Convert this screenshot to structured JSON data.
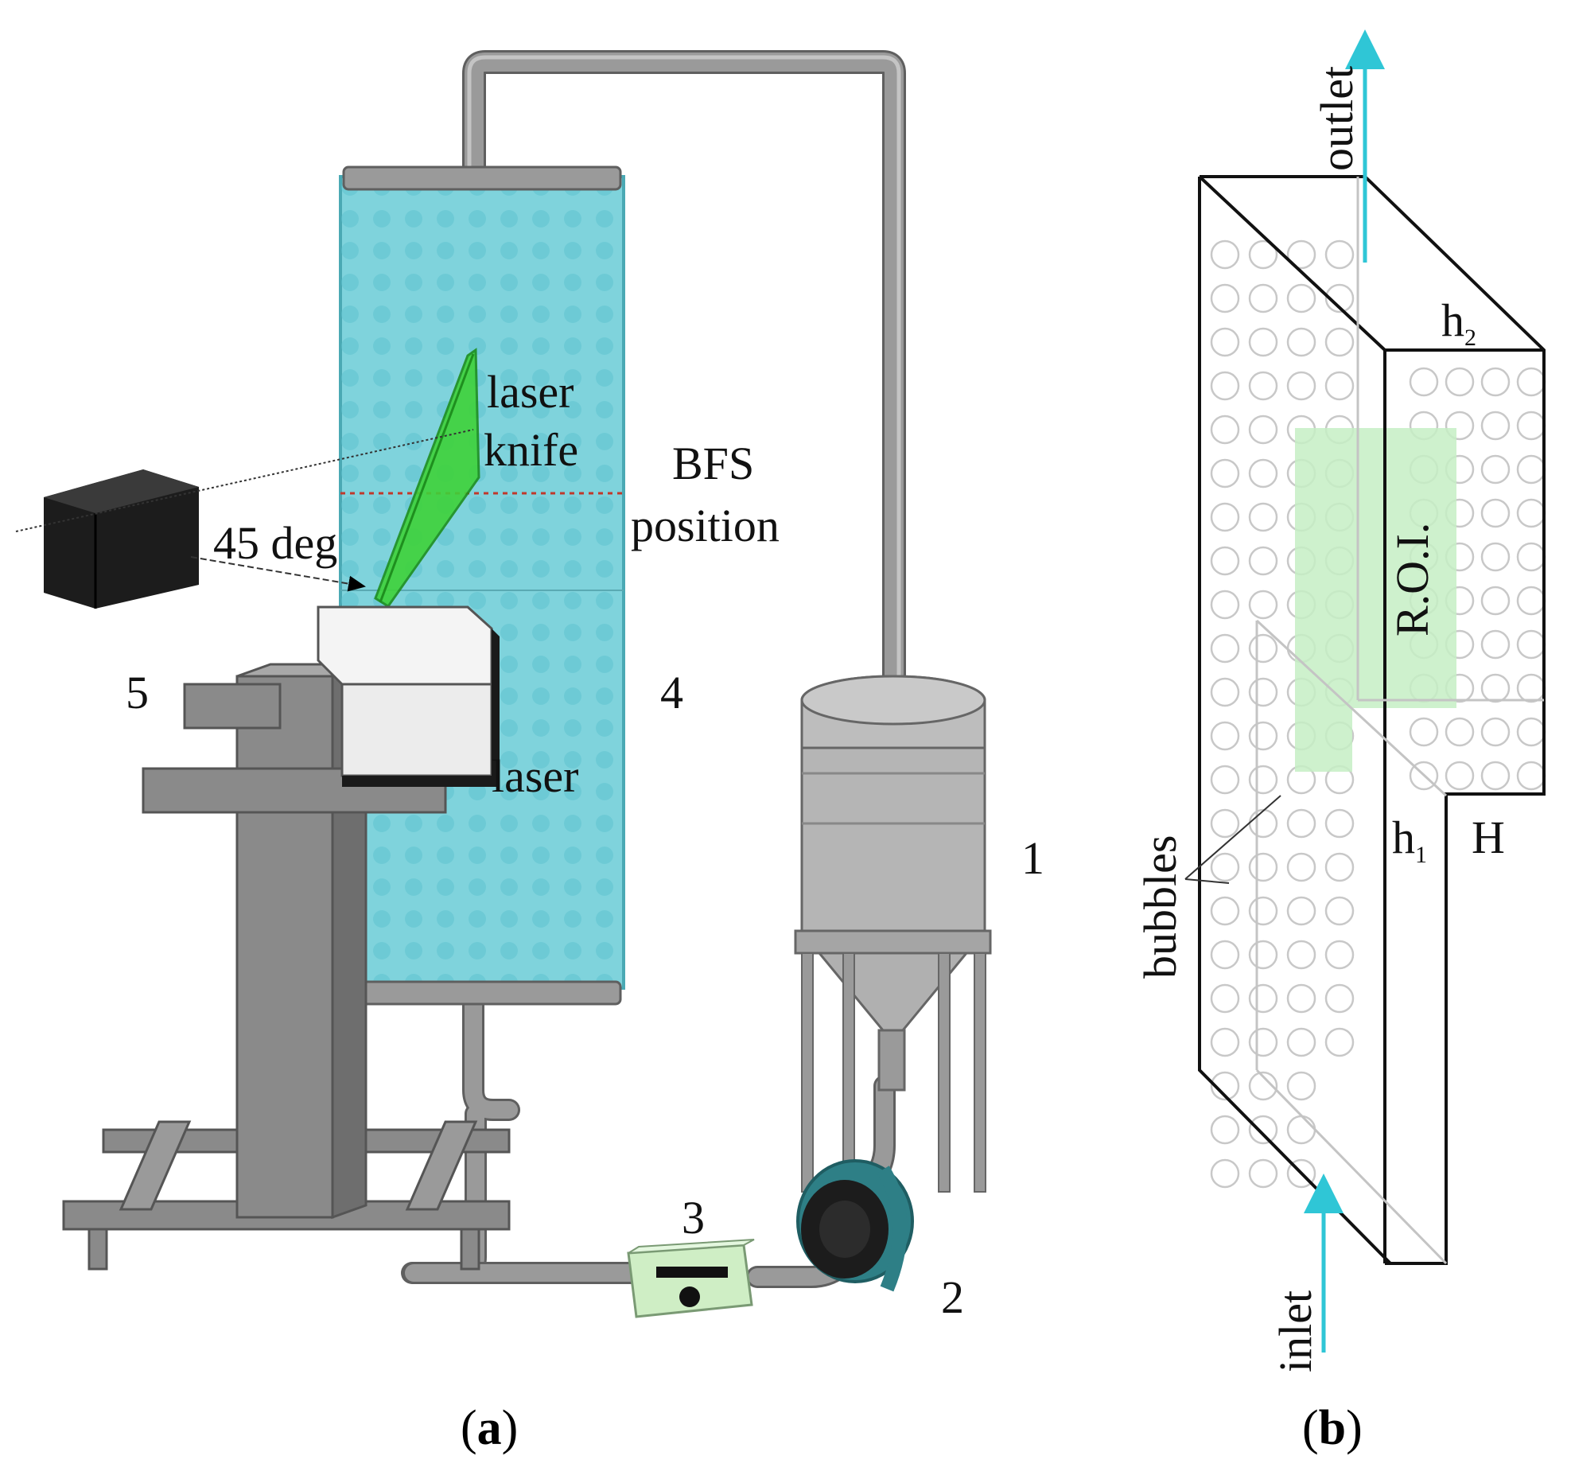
{
  "panel_a": {
    "labels": {
      "laser_knife_line1": "laser",
      "laser_knife_line2": "knife",
      "bfs_line1": "BFS",
      "bfs_line2": "position",
      "angle": "45 deg",
      "laser": "laser",
      "n1": "1",
      "n2": "2",
      "n3": "3",
      "n4": "4",
      "n5": "5"
    },
    "caption_open": "(",
    "caption_letter": "a",
    "caption_close": ")"
  },
  "panel_b": {
    "labels": {
      "outlet": "outlet",
      "inlet": "inlet",
      "roi": "R.O.I.",
      "bubbles": "bubbles",
      "h2_base": "h",
      "h2_sub": "2",
      "h1_base": "h",
      "h1_sub": "1",
      "H": "H"
    },
    "caption_open": "(",
    "caption_letter": "b",
    "caption_close": ")"
  },
  "colors": {
    "column_fill": "#7fd3dc",
    "laser_knife": "#3fd23a",
    "roi_fill": "#c6efc4",
    "arrow": "#2fc6d6",
    "pipe": "#8e8e8e",
    "stand": "#8a8a8a",
    "camera": "#1c1c1c",
    "flowmeter": "#cfeec5"
  }
}
